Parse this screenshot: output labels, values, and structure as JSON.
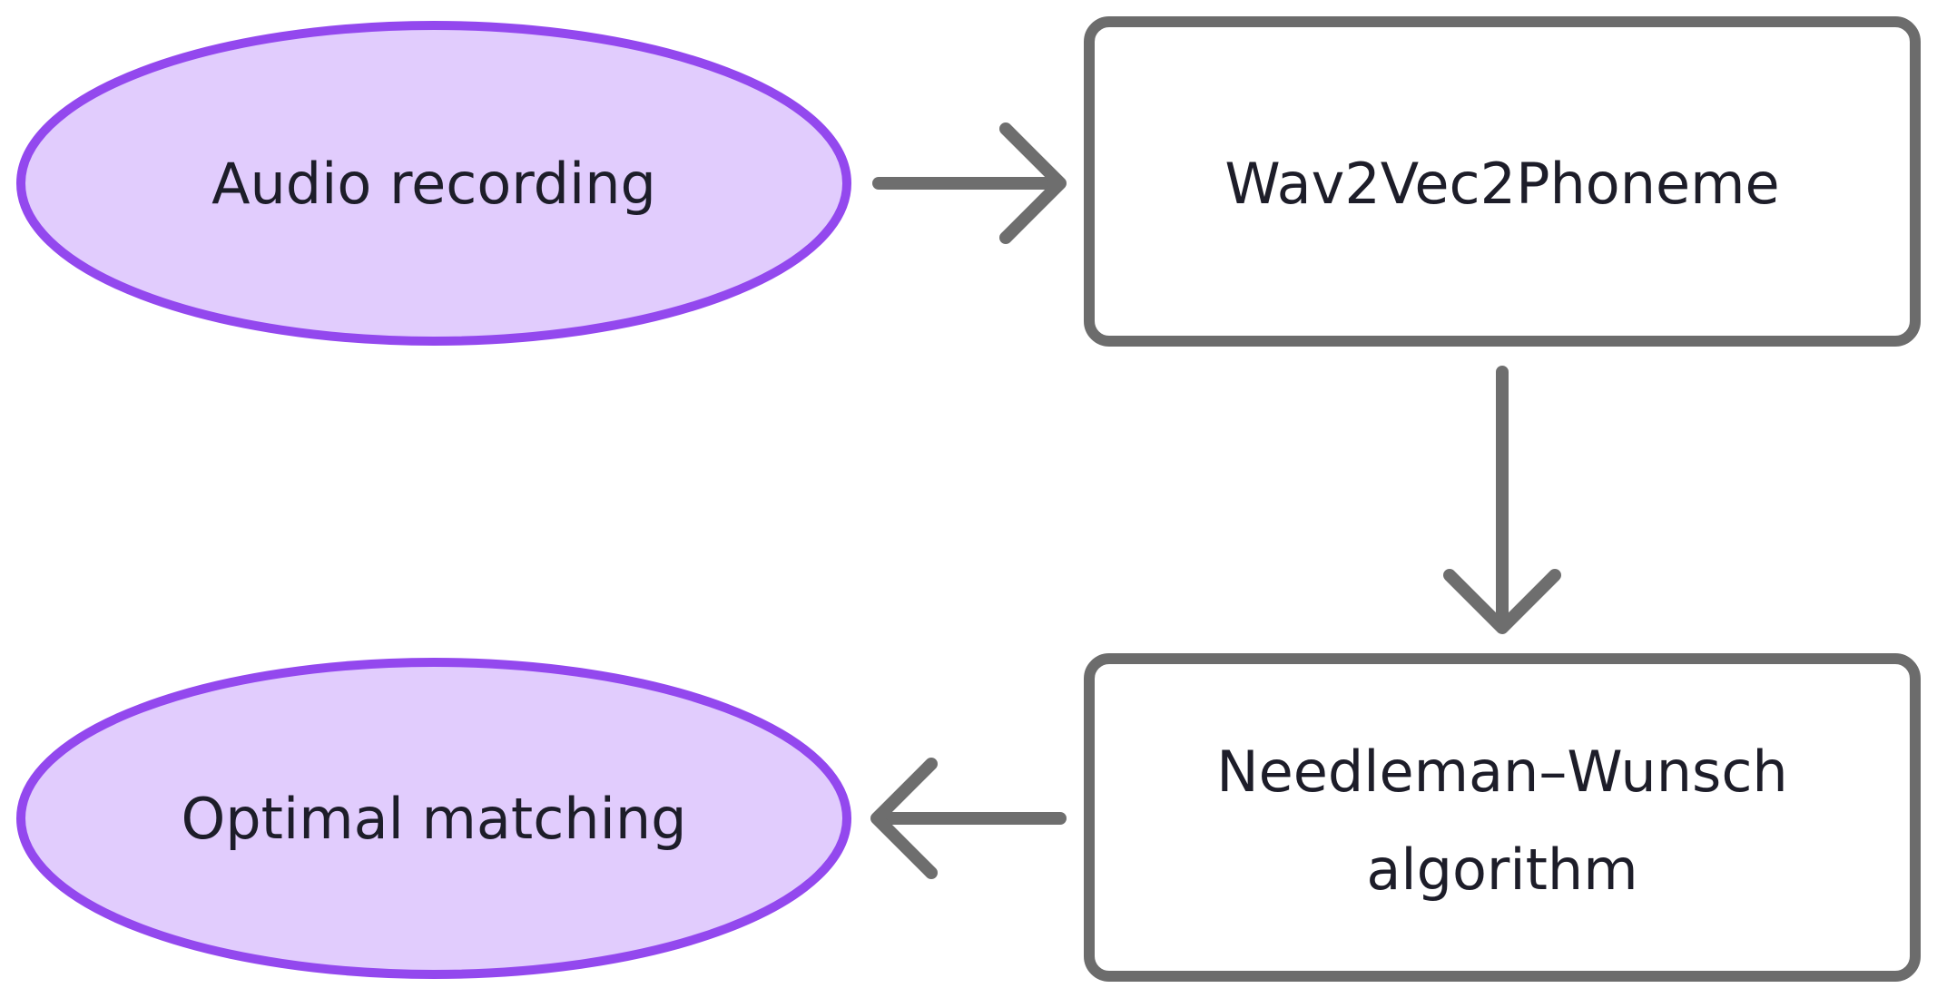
{
  "nodes": {
    "audio_recording": {
      "label": "Audio recording",
      "shape": "ellipse"
    },
    "wav2vec2phoneme": {
      "label": "Wav2Vec2Phoneme",
      "shape": "rectangle"
    },
    "needleman_wunsch": {
      "label_line1": "Needleman–Wunsch",
      "label_line2": "algorithm",
      "shape": "rectangle"
    },
    "optimal_matching": {
      "label": "Optimal matching",
      "shape": "ellipse"
    }
  },
  "edges": [
    {
      "from": "audio_recording",
      "to": "wav2vec2phoneme"
    },
    {
      "from": "wav2vec2phoneme",
      "to": "needleman_wunsch"
    },
    {
      "from": "needleman_wunsch",
      "to": "optimal_matching"
    }
  ],
  "colors": {
    "ellipse_fill": "#e1ccfd",
    "ellipse_stroke": "#9348ee",
    "rect_stroke": "#6c6c6c",
    "arrow": "#6e6e6e",
    "text": "#1d1d29"
  }
}
